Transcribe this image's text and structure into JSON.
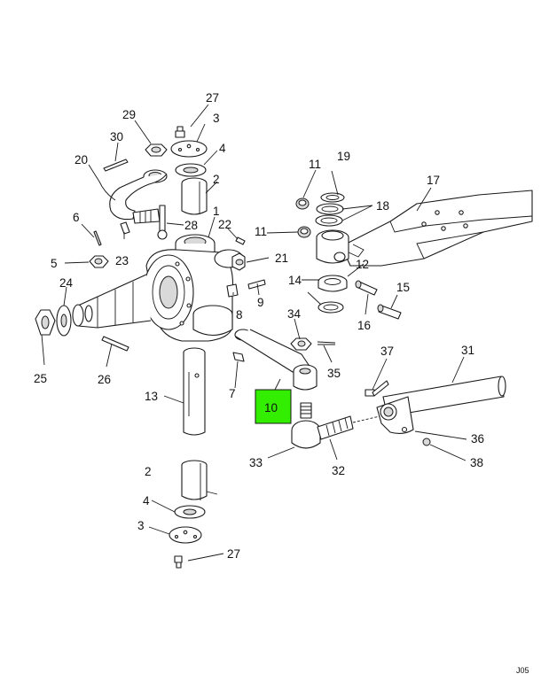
{
  "highlight": {
    "label": "10",
    "color": "#33ee00"
  },
  "corner_code": "J05",
  "labels": {
    "n1": "1",
    "n2a": "2",
    "n2b": "2",
    "n3a": "3",
    "n3b": "3",
    "n4a": "4",
    "n4b": "4",
    "n5": "5",
    "n6": "6",
    "n7": "7",
    "n8": "8",
    "n9": "9",
    "n11a": "11",
    "n11b": "11",
    "n12": "12",
    "n13": "13",
    "n14": "14",
    "n15": "15",
    "n16": "16",
    "n17": "17",
    "n18": "18",
    "n19": "19",
    "n20": "20",
    "n21": "21",
    "n22": "22",
    "n23": "23",
    "n24": "24",
    "n25": "25",
    "n26": "26",
    "n27a": "27",
    "n27b": "27",
    "n28": "28",
    "n29": "29",
    "n30": "30",
    "n31": "31",
    "n32": "32",
    "n33": "33",
    "n34": "34",
    "n35": "35",
    "n36": "36",
    "n37": "37",
    "n38": "38"
  }
}
